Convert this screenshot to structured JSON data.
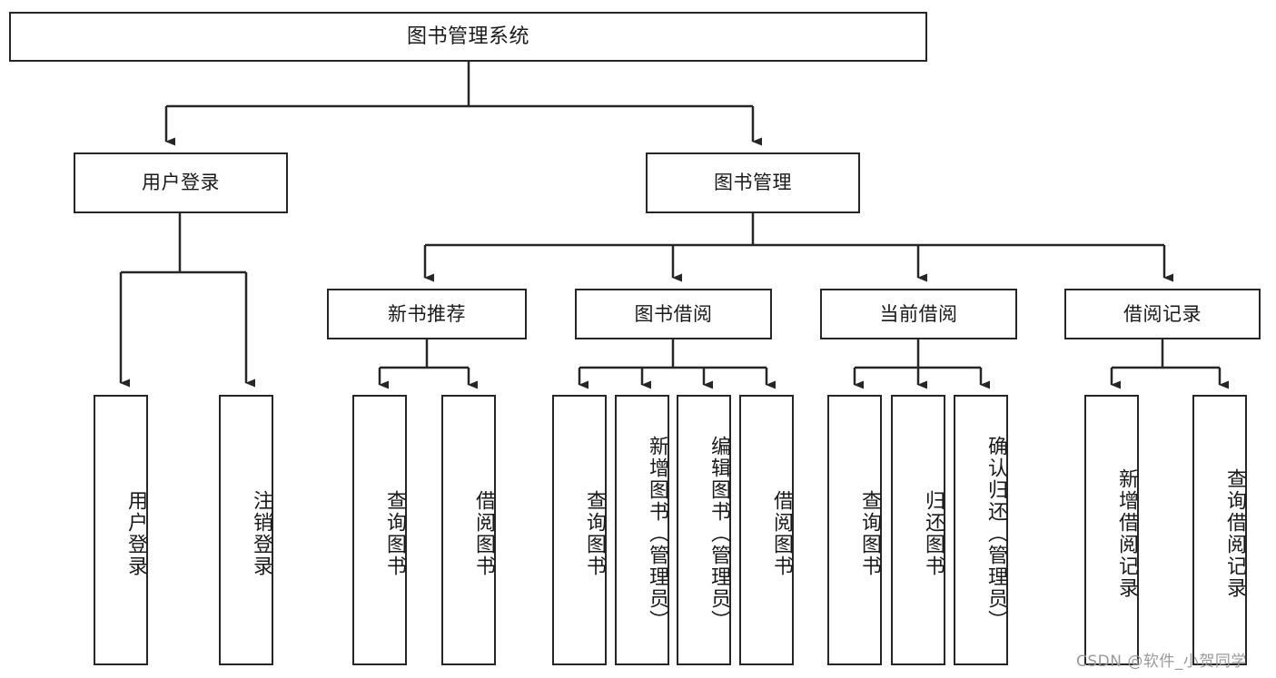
{
  "diagram": {
    "title": "图书管理系统",
    "type": "tree-hierarchy-diagram",
    "root": {
      "label": "图书管理系统"
    },
    "level1": [
      {
        "label": "用户登录"
      },
      {
        "label": "图书管理"
      }
    ],
    "level2": [
      {
        "label": "新书推荐"
      },
      {
        "label": "图书借阅"
      },
      {
        "label": "当前借阅"
      },
      {
        "label": "借阅记录"
      }
    ],
    "leaves": {
      "user_login": [
        {
          "label": "用户登录"
        },
        {
          "label": "注销登录"
        }
      ],
      "new_book_recommend": [
        {
          "label": "查询图书"
        },
        {
          "label": "借阅图书"
        }
      ],
      "book_borrow": [
        {
          "label": "查询图书"
        },
        {
          "label": "新增图书（管理员）"
        },
        {
          "label": "编辑图书（管理员）"
        },
        {
          "label": "借阅图书"
        }
      ],
      "current_borrow": [
        {
          "label": "查询图书"
        },
        {
          "label": "归还图书"
        },
        {
          "label": "确认归还（管理员）"
        }
      ],
      "borrow_record": [
        {
          "label": "新增借阅记录"
        },
        {
          "label": "查询借阅记录"
        }
      ]
    }
  },
  "watermark": {
    "text": "CSDN @软件_小贺同学"
  },
  "colors": {
    "stroke": "#262626",
    "background": "#ffffff",
    "text": "#1a1a1a",
    "watermark": "#9a9a9a"
  }
}
